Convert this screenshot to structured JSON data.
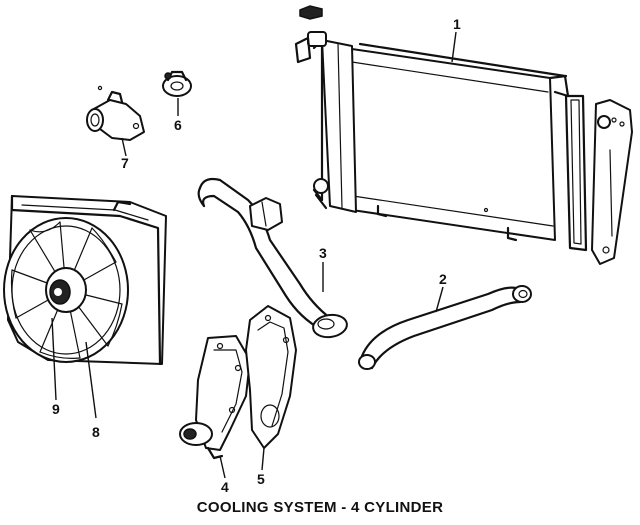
{
  "caption": "COOLING SYSTEM - 4 CYLINDER",
  "callouts": [
    {
      "id": "radiator",
      "number": "1"
    },
    {
      "id": "lower-hose",
      "number": "2"
    },
    {
      "id": "upper-hose",
      "number": "3"
    },
    {
      "id": "water-pump",
      "number": "4"
    },
    {
      "id": "pump-gasket",
      "number": "5"
    },
    {
      "id": "thermostat",
      "number": "6"
    },
    {
      "id": "thermostat-housing",
      "number": "7"
    },
    {
      "id": "fan-motor",
      "number": "8"
    },
    {
      "id": "fan-shroud",
      "number": "9"
    }
  ]
}
